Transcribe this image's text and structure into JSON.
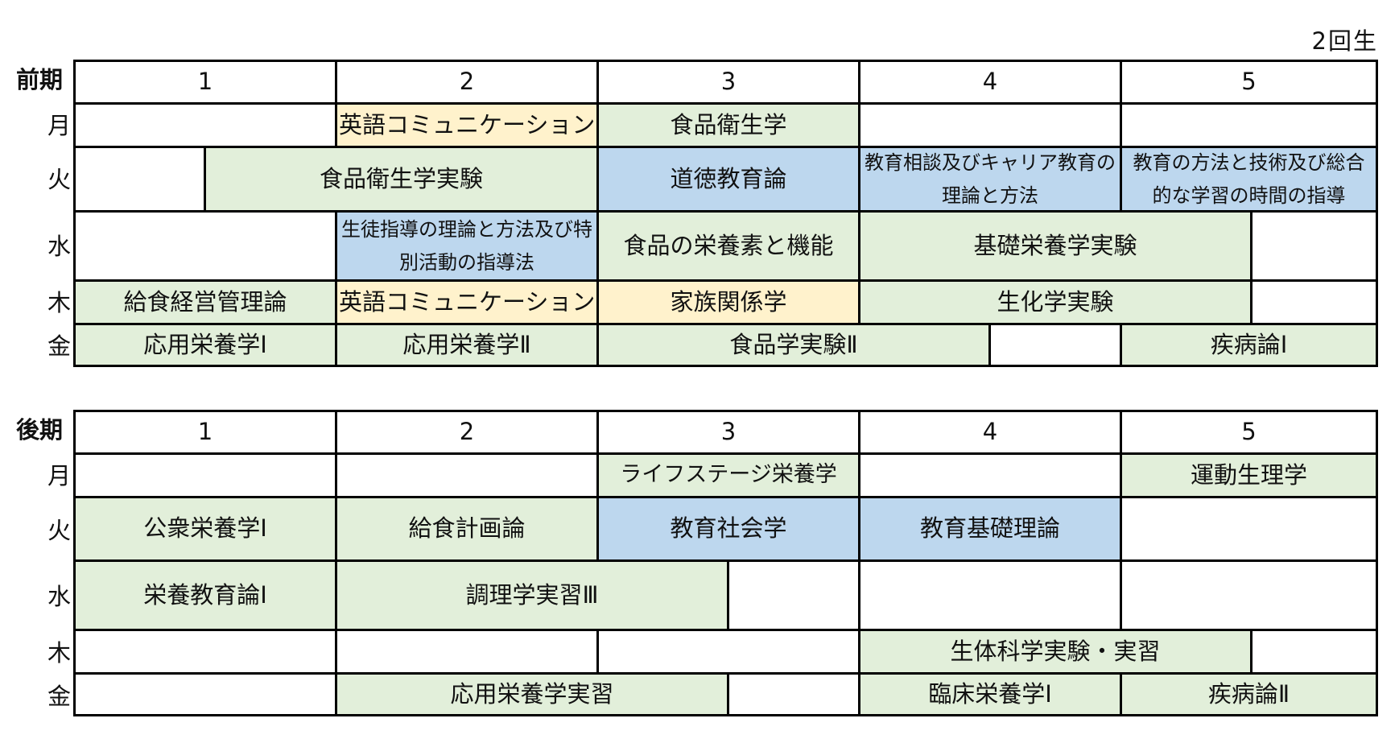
{
  "grade_label": "2回生",
  "colors": {
    "green": "#E2EFDA",
    "blue": "#BDD7EE",
    "yellow": "#FFF2CC",
    "border": "#000000"
  },
  "periods": [
    "1",
    "2",
    "3",
    "4",
    "5"
  ],
  "days": [
    "月",
    "火",
    "水",
    "木",
    "金"
  ],
  "first_term": {
    "label": "前期",
    "rows": {
      "mon": [
        {
          "text": "",
          "color": "white"
        },
        {
          "text": "英語コミュニケーション",
          "color": "yellow"
        },
        {
          "text": "食品衛生学",
          "color": "green"
        },
        {
          "text": "",
          "color": "white"
        },
        {
          "text": "",
          "color": "white"
        }
      ],
      "tue": [
        {
          "text": "",
          "color": "white"
        },
        {
          "text": "食品衛生学実験",
          "color": "green"
        },
        {
          "text": "道徳教育論",
          "color": "blue"
        },
        {
          "text": "教育相談及びキャリア教育の理論と方法",
          "color": "blue"
        },
        {
          "text": "教育の方法と技術及び総合的な学習の時間の指導",
          "color": "blue"
        }
      ],
      "wed": [
        {
          "text": "",
          "color": "white"
        },
        {
          "text": "生徒指導の理論と方法及び特別活動の指導法",
          "color": "blue"
        },
        {
          "text": "食品の栄養素と機能",
          "color": "green"
        },
        {
          "text": "基礎栄養学実験",
          "color": "green"
        },
        {
          "text": "",
          "color": "white"
        }
      ],
      "thu": [
        {
          "text": "給食経営管理論",
          "color": "green"
        },
        {
          "text": "英語コミュニケーション",
          "color": "yellow"
        },
        {
          "text": "家族関係学",
          "color": "yellow"
        },
        {
          "text": "生化学実験",
          "color": "green"
        },
        {
          "text": "",
          "color": "white"
        }
      ],
      "fri": [
        {
          "text": "応用栄養学Ⅰ",
          "color": "green"
        },
        {
          "text": "応用栄養学Ⅱ",
          "color": "green"
        },
        {
          "text": "食品学実験Ⅱ",
          "color": "green"
        },
        {
          "text": "",
          "color": "white"
        },
        {
          "text": "疾病論Ⅰ",
          "color": "green"
        }
      ]
    }
  },
  "second_term": {
    "label": "後期",
    "rows": {
      "mon": [
        {
          "text": "",
          "color": "white"
        },
        {
          "text": "",
          "color": "white"
        },
        {
          "text": "ライフステージ栄養学",
          "color": "green"
        },
        {
          "text": "",
          "color": "white"
        },
        {
          "text": "運動生理学",
          "color": "green"
        }
      ],
      "tue": [
        {
          "text": "公衆栄養学Ⅰ",
          "color": "green"
        },
        {
          "text": "給食計画論",
          "color": "green"
        },
        {
          "text": "教育社会学",
          "color": "blue"
        },
        {
          "text": "教育基礎理論",
          "color": "blue"
        },
        {
          "text": "",
          "color": "white"
        }
      ],
      "wed": [
        {
          "text": "栄養教育論Ⅰ",
          "color": "green"
        },
        {
          "text": "調理学実習Ⅲ",
          "color": "green"
        },
        {
          "text": "",
          "color": "white"
        },
        {
          "text": "",
          "color": "white"
        },
        {
          "text": "",
          "color": "white"
        }
      ],
      "thu": [
        {
          "text": "",
          "color": "white"
        },
        {
          "text": "",
          "color": "white"
        },
        {
          "text": "",
          "color": "white"
        },
        {
          "text": "生体科学実験・実習",
          "color": "green"
        },
        {
          "text": "",
          "color": "white"
        }
      ],
      "fri": [
        {
          "text": "",
          "color": "white"
        },
        {
          "text": "応用栄養学実習",
          "color": "green"
        },
        {
          "text": "",
          "color": "white"
        },
        {
          "text": "臨床栄養学Ⅰ",
          "color": "green"
        },
        {
          "text": "疾病論Ⅱ",
          "color": "green"
        }
      ]
    }
  }
}
